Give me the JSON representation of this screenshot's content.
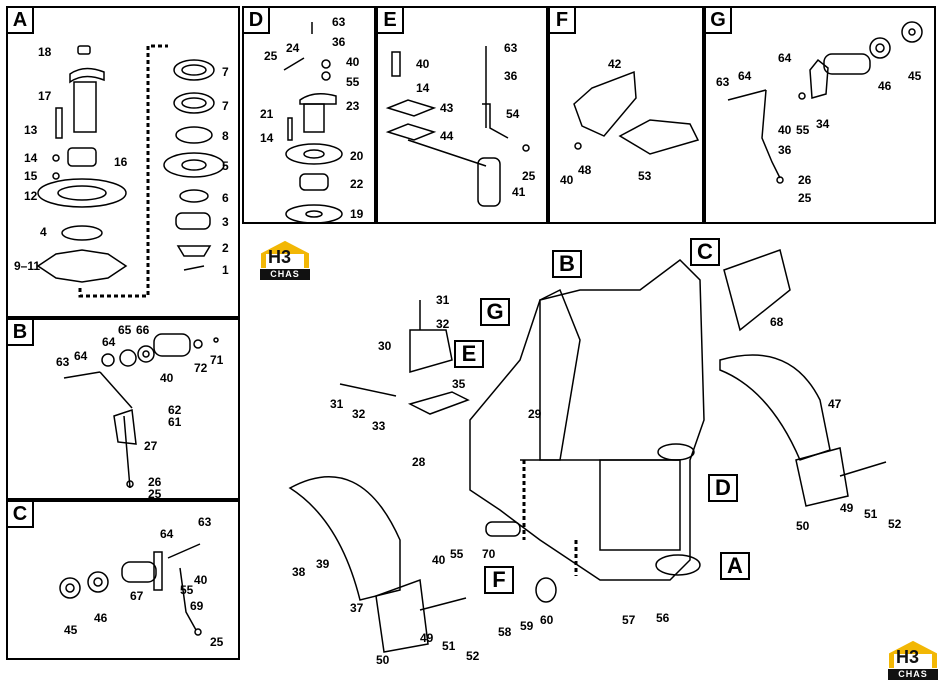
{
  "logo": {
    "mark": "H3",
    "plate": "CHAS"
  },
  "panels": {
    "A": {
      "letter": "A",
      "labels": [
        "18",
        "17",
        "13",
        "14",
        "15",
        "12",
        "4",
        "9–11",
        "16",
        "7",
        "7",
        "8",
        "5",
        "6",
        "3",
        "2",
        "1"
      ]
    },
    "B": {
      "letter": "B",
      "labels": [
        "63",
        "64",
        "64",
        "65",
        "66",
        "40",
        "72",
        "71",
        "62",
        "61",
        "27",
        "26",
        "25"
      ]
    },
    "C": {
      "letter": "C",
      "labels": [
        "64",
        "63",
        "67",
        "45",
        "46",
        "55",
        "69",
        "40",
        "25"
      ]
    },
    "D": {
      "letter": "D",
      "labels": [
        "63",
        "36",
        "25",
        "24",
        "40",
        "55",
        "23",
        "21",
        "14",
        "20",
        "22",
        "19"
      ]
    },
    "E": {
      "letter": "E",
      "labels": [
        "40",
        "14",
        "43",
        "44",
        "63",
        "36",
        "54",
        "25",
        "41"
      ]
    },
    "F": {
      "letter": "F",
      "labels": [
        "42",
        "40",
        "48",
        "53"
      ]
    },
    "G": {
      "letter": "G",
      "labels": [
        "63",
        "64",
        "64",
        "46",
        "45",
        "40",
        "55",
        "34",
        "36",
        "26",
        "25"
      ]
    }
  },
  "main": {
    "callouts": [
      "B",
      "C",
      "G",
      "E",
      "D",
      "F",
      "A"
    ],
    "labels": [
      "31",
      "32",
      "30",
      "35",
      "31",
      "32",
      "33",
      "28",
      "29",
      "68",
      "47",
      "50",
      "49",
      "51",
      "52",
      "38",
      "39",
      "37",
      "50",
      "49",
      "51",
      "52",
      "40",
      "55",
      "70",
      "58",
      "59",
      "60",
      "57",
      "56"
    ]
  }
}
